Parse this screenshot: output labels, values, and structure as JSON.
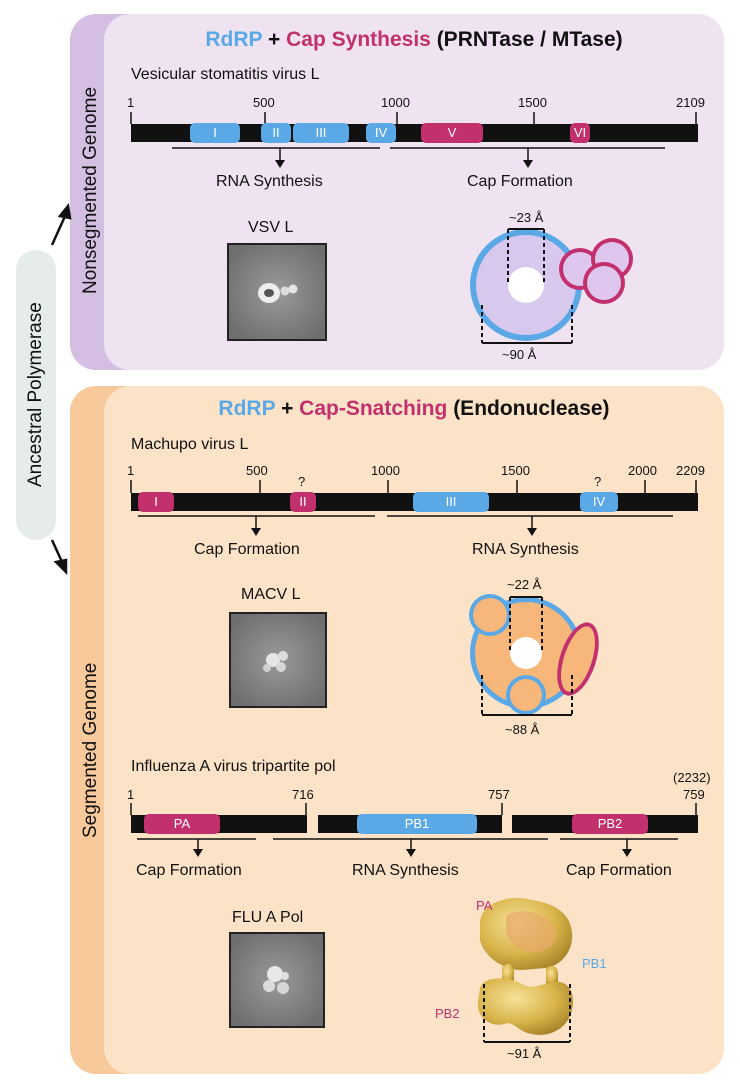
{
  "colors": {
    "rdrp": "#5aa9e6",
    "cap": "#c2306e",
    "bar": "#111111"
  },
  "side": {
    "ancestral": "Ancestral Polymerase",
    "nonsegmented": "Nonsegmented Genome",
    "segmented": "Segmented Genome"
  },
  "top": {
    "title": {
      "rdrp": "RdRP",
      "plus": "+",
      "cap": "Cap Synthesis",
      "paren": "(PRNTase / MTase)"
    },
    "protein": "Vesicular stomatitis virus L",
    "ticks": [
      "1",
      "500",
      "1000",
      "1500",
      "2109"
    ],
    "domains": [
      "I",
      "II",
      "III",
      "IV",
      "V",
      "VI"
    ],
    "func_left": "RNA Synthesis",
    "func_right": "Cap Formation",
    "em_label": "VSV L",
    "dim_small": "~23 Å",
    "dim_large": "~90 Å"
  },
  "bottom": {
    "title": {
      "rdrp": "RdRP",
      "plus": "+",
      "cap": "Cap-Snatching",
      "paren": "(Endonuclease)"
    },
    "protein": "Machupo virus L",
    "ticks": [
      "1",
      "500",
      "1000",
      "1500",
      "2000",
      "2209"
    ],
    "question": "?",
    "domains": [
      "I",
      "II",
      "III",
      "IV"
    ],
    "func_left": "Cap Formation",
    "func_right": "RNA Synthesis",
    "em_label": "MACV L",
    "dim_small": "~22 Å",
    "dim_large": "~88 Å"
  },
  "flu": {
    "protein": "Influenza A virus tripartite pol",
    "ticks": [
      "1",
      "716",
      "757",
      "(2232)",
      "759"
    ],
    "subunits": [
      "PA",
      "PB1",
      "PB2"
    ],
    "func": [
      "Cap Formation",
      "RNA Synthesis",
      "Cap Formation"
    ],
    "em_label": "FLU A Pol",
    "struct_labels": [
      "PA",
      "PB1",
      "PB2"
    ],
    "dim": "~91 Å"
  }
}
